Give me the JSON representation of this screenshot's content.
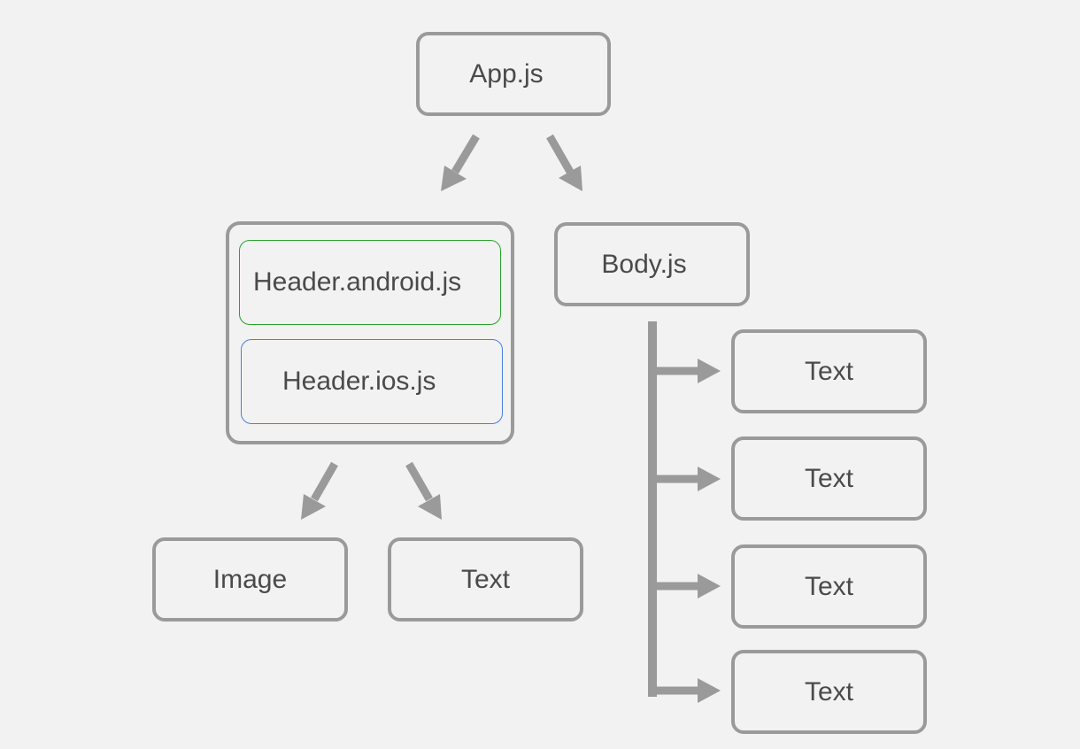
{
  "diagram": {
    "app": "App.js",
    "header_group": {
      "android": "Header.android.js",
      "ios": "Header.ios.js"
    },
    "body": "Body.js",
    "header_children": [
      "Image",
      "Text"
    ],
    "body_children": [
      "Text",
      "Text",
      "Text",
      "Text"
    ]
  },
  "colors": {
    "background": "#f2f2f2",
    "border": "#9a9a9a",
    "arrow": "#9a9a9a",
    "text": "#4a4a4a",
    "android_border": "#2aa22a",
    "ios_border": "#4a7fe0"
  }
}
